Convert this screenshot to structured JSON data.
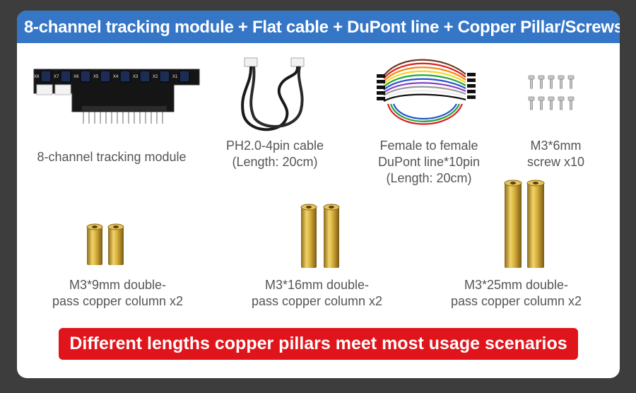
{
  "header": {
    "title": "8-channel tracking module + Flat cable + DuPont line + Copper Pillar/Screws",
    "color": "#3576c6"
  },
  "items": [
    {
      "lines": [
        "8-channel tracking module"
      ],
      "icon": "tracking-module-board"
    },
    {
      "lines": [
        "PH2.0-4pin cable",
        "(Length: 20cm)"
      ],
      "icon": "black-cable"
    },
    {
      "lines": [
        "Female to female",
        "DuPont line*10pin",
        "(Length: 20cm)"
      ],
      "icon": "rainbow-dupont-wires"
    },
    {
      "lines": [
        "M3*6mm",
        "screw x10"
      ],
      "icon": "screws"
    },
    {
      "lines": [
        "M3*9mm double-",
        "pass copper column x2"
      ],
      "icon": "short-copper-pillars"
    },
    {
      "lines": [
        "M3*16mm double-",
        "pass copper column x2"
      ],
      "icon": "medium-copper-pillars"
    },
    {
      "lines": [
        "M3*25mm double-",
        "pass copper column x2"
      ],
      "icon": "long-copper-pillars"
    }
  ],
  "board_sensor_labels": [
    "X8",
    "X7",
    "X6",
    "X5",
    "X4",
    "X3",
    "X2",
    "X1"
  ],
  "banner": {
    "text": "Different lengths copper pillars meet most usage scenarios",
    "color": "#e0141b"
  }
}
